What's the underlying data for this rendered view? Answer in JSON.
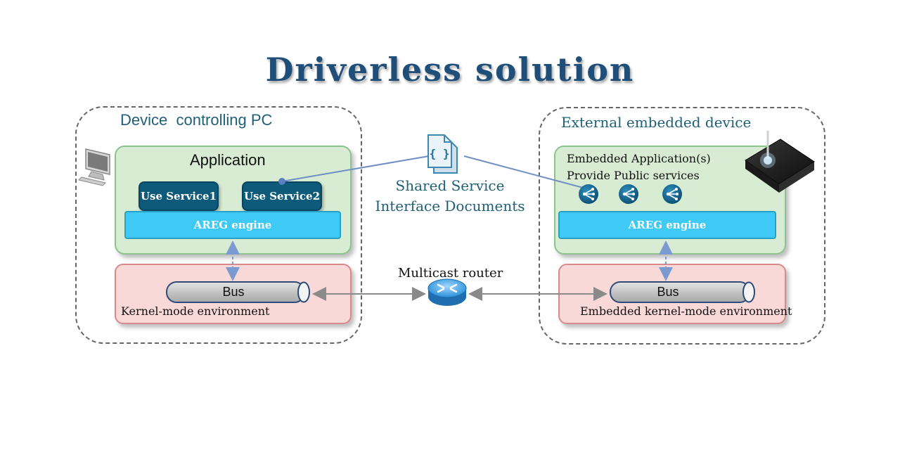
{
  "title": "Driverless solution",
  "left_group": {
    "label": "Device  controlling PC",
    "app_title": "Application",
    "service1": "Use Service1",
    "service2": "Use Service2",
    "engine": "AREG engine",
    "bus": "Bus",
    "env": "Kernel-mode environment"
  },
  "right_group": {
    "label": "External embedded device",
    "app_line1": "Embedded Application(s)",
    "app_line2": "Provide Public services",
    "engine": "AREG engine",
    "bus": "Bus",
    "env": "Embedded kernel-mode environment"
  },
  "shared_docs": {
    "line1": "Shared Service",
    "line2": "Interface Documents",
    "icon": "{ }"
  },
  "router": {
    "label": "Multicast router"
  },
  "colors": {
    "title": "#1f4e79",
    "group_label": "#1f5f77",
    "app_box": "#d8ecd3",
    "kernel_box": "#f9d9d7",
    "engine": "#3fcaf5",
    "service": "#0e5a7a",
    "connector": "#6f8fc4"
  }
}
